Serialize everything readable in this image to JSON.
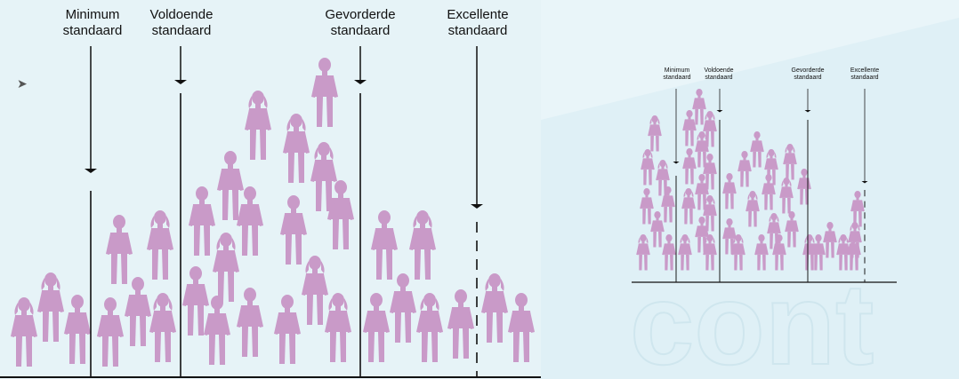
{
  "diagram": {
    "standards": [
      {
        "line1": "Minimum",
        "line2": "standaard"
      },
      {
        "line1": "Voldoende",
        "line2": "standaard"
      },
      {
        "line1": "Gevorderde",
        "line2": "standaard"
      },
      {
        "line1": "Excellente",
        "line2": "standaard"
      }
    ],
    "watermark": "cont"
  },
  "colors": {
    "figure": "#c99ac8",
    "accent_bar": "#d6186e",
    "line": "#111111"
  },
  "icons": [
    "cursor-icon",
    "person-figure-icon",
    "arrow-down-icon"
  ]
}
